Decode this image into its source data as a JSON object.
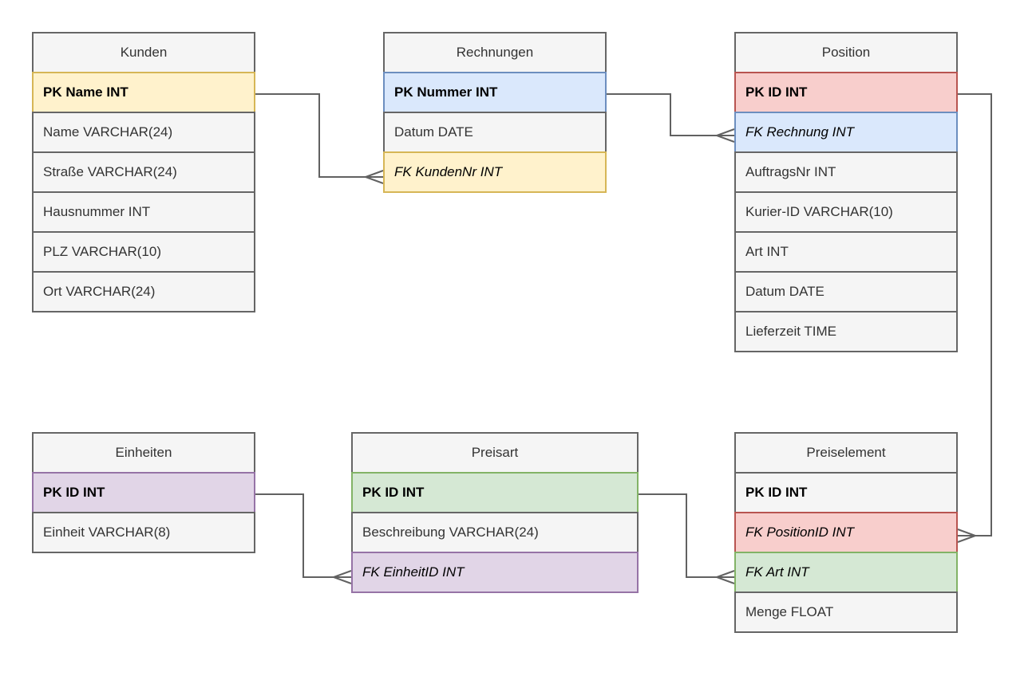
{
  "palette": {
    "row_background": "#f5f5f5",
    "row_border": "#666666",
    "yellow_background": "#fff2cc",
    "yellow_border": "#d6b656",
    "blue_background": "#dae8fc",
    "blue_border": "#6c8ebf",
    "red_background": "#f8cecc",
    "red_border": "#b85450",
    "green_background": "#d5e8d4",
    "green_border": "#82b366",
    "purple_background": "#e1d5e7",
    "purple_border": "#9673a6",
    "relation_line": "#616161"
  },
  "tables": {
    "kunden": {
      "title": "Kunden",
      "rows": [
        {
          "label": "PK Name INT",
          "key": "pk",
          "highlight": "yellow"
        },
        {
          "label": "Name VARCHAR(24)"
        },
        {
          "label": "Straße VARCHAR(24)"
        },
        {
          "label": "Hausnummer INT"
        },
        {
          "label": "PLZ VARCHAR(10)"
        },
        {
          "label": "Ort VARCHAR(24)"
        }
      ]
    },
    "rechnungen": {
      "title": "Rechnungen",
      "rows": [
        {
          "label": "PK Nummer INT",
          "key": "pk",
          "highlight": "blue"
        },
        {
          "label": "Datum DATE"
        },
        {
          "label": "FK KundenNr INT",
          "key": "fk",
          "highlight": "yellow"
        }
      ]
    },
    "position": {
      "title": "Position",
      "rows": [
        {
          "label": "PK ID INT",
          "key": "pk",
          "highlight": "red"
        },
        {
          "label": "FK Rechnung INT",
          "key": "fk",
          "highlight": "blue"
        },
        {
          "label": "AuftragsNr INT"
        },
        {
          "label": "Kurier-ID VARCHAR(10)"
        },
        {
          "label": "Art INT"
        },
        {
          "label": "Datum DATE"
        },
        {
          "label": "Lieferzeit TIME"
        }
      ]
    },
    "einheiten": {
      "title": "Einheiten",
      "rows": [
        {
          "label": "PK ID INT",
          "key": "pk",
          "highlight": "purple"
        },
        {
          "label": "Einheit VARCHAR(8)"
        }
      ]
    },
    "preisart": {
      "title": "Preisart",
      "rows": [
        {
          "label": "PK ID INT",
          "key": "pk",
          "highlight": "green"
        },
        {
          "label": "Beschreibung VARCHAR(24)"
        },
        {
          "label": "FK EinheitID INT",
          "key": "fk",
          "highlight": "purple"
        }
      ]
    },
    "preiselement": {
      "title": "Preiselement",
      "rows": [
        {
          "label": "PK ID INT",
          "key": "pk"
        },
        {
          "label": "FK PositionID INT",
          "key": "fk",
          "highlight": "red"
        },
        {
          "label": "FK Art INT",
          "key": "fk",
          "highlight": "green"
        },
        {
          "label": "Menge FLOAT"
        }
      ]
    }
  },
  "relations": [
    {
      "from": "Kunden.PK Name INT",
      "to": "Rechnungen.FK KundenNr INT",
      "cardinality": "one-to-many"
    },
    {
      "from": "Rechnungen.PK Nummer INT",
      "to": "Position.FK Rechnung INT",
      "cardinality": "one-to-many"
    },
    {
      "from": "Position.PK ID INT",
      "to": "Preiselement.FK PositionID INT",
      "cardinality": "one-to-many"
    },
    {
      "from": "Einheiten.PK ID INT",
      "to": "Preisart.FK EinheitID INT",
      "cardinality": "one-to-many"
    },
    {
      "from": "Preisart.PK ID INT",
      "to": "Preiselement.FK Art INT",
      "cardinality": "one-to-many"
    }
  ]
}
